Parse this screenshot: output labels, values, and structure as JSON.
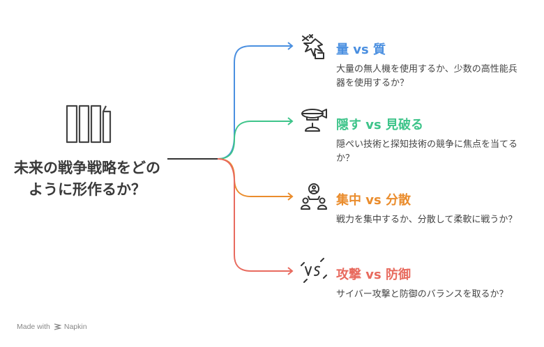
{
  "central": {
    "title": "未来の戦争戦略をどのように形作るか？",
    "icon": "pillars-icon"
  },
  "branches": [
    {
      "title": "量 vs 質",
      "description": "大量の無人機を使用するか、少数の高性能兵器を使用するか？",
      "icon": "drone-swarm-icon",
      "color": "#4a8fe0"
    },
    {
      "title": "隠す vs 見破る",
      "description": "隠ぺい技術と探知技術の競争に焦点を当てるか？",
      "icon": "blimp-radar-icon",
      "color": "#3ec48a"
    },
    {
      "title": "集中 vs 分散",
      "description": "戦力を集中するか、分散して柔軟に戦うか？",
      "icon": "team-icon",
      "color": "#ea8c2c"
    },
    {
      "title": "攻撃 vs 防御",
      "description": "サイバー攻撃と防御のバランスを取るか？",
      "icon": "versus-icon",
      "color": "#e86a5e"
    }
  ],
  "footer": {
    "label": "Made with",
    "brand": "Napkin",
    "icon": "napkin-logo-icon"
  }
}
